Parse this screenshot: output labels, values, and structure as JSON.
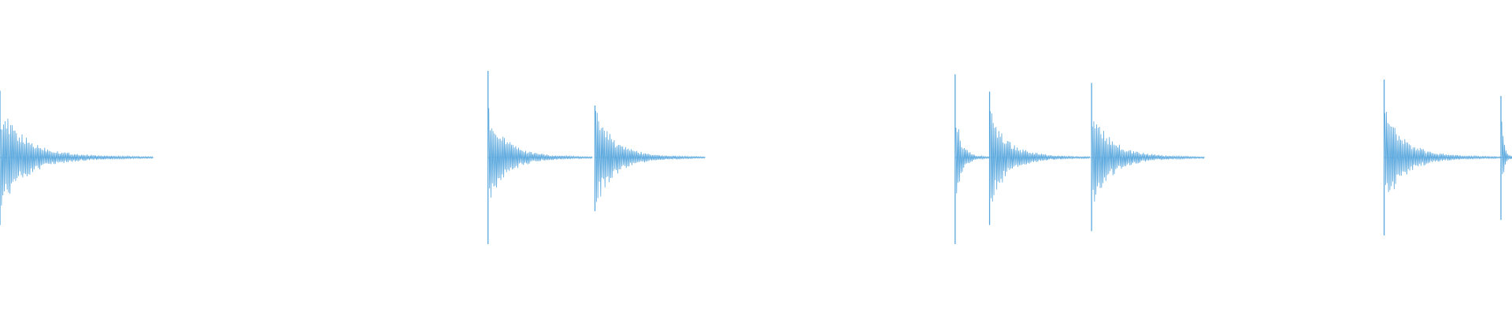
{
  "waveform": {
    "color": "#5aa8de",
    "background": "#ffffff",
    "duration_s": 12.3,
    "hits": [
      {
        "t": 0.0,
        "peak_up": 0.77,
        "peak_down": 0.78,
        "decay_s": 1.25
      },
      {
        "t": 3.97,
        "peak_up": 1.0,
        "peak_down": 1.0,
        "decay_s": 0.85
      },
      {
        "t": 4.84,
        "peak_up": 0.6,
        "peak_down": 0.62,
        "decay_s": 0.9
      },
      {
        "t": 7.77,
        "peak_up": 0.96,
        "peak_down": 1.0,
        "decay_s": 0.28
      },
      {
        "t": 8.05,
        "peak_up": 0.76,
        "peak_down": 0.78,
        "decay_s": 0.82
      },
      {
        "t": 8.88,
        "peak_up": 0.86,
        "peak_down": 0.85,
        "decay_s": 0.92
      },
      {
        "t": 11.26,
        "peak_up": 0.9,
        "peak_down": 0.9,
        "decay_s": 0.95
      },
      {
        "t": 12.21,
        "peak_up": 0.71,
        "peak_down": 0.72,
        "decay_s": 0.12
      }
    ]
  }
}
